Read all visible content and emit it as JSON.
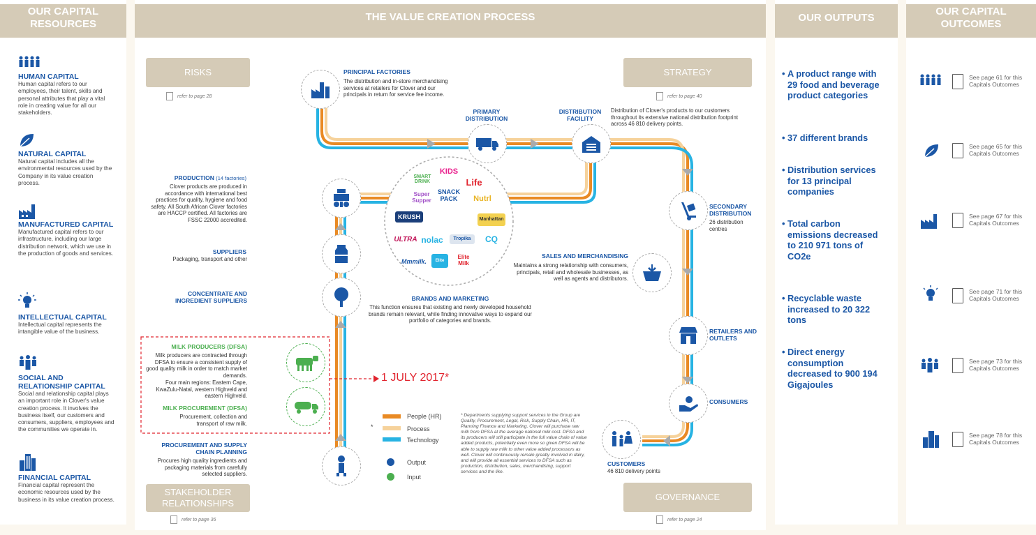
{
  "colors": {
    "people": "#e98a24",
    "process": "#f6d29b",
    "technology": "#27b3e3",
    "output": "#1b57a6",
    "input": "#4caf50",
    "header": "#d5cbb7",
    "accent": "#1b57a6",
    "date": "#e1242e"
  },
  "headers": {
    "capital_resources": "OUR CAPITAL RESOURCES",
    "value_creation": "THE VALUE CREATION PROCESS",
    "outputs": "OUR OUTPUTS",
    "capital_outcomes": "OUR CAPITAL OUTCOMES"
  },
  "capitals": [
    {
      "title": "HUMAN CAPITAL",
      "text": "Human capital refers to our employees, their talent, skills and personal attributes that play a vital role in creating value for all our stakeholders.",
      "icon": "people-icon"
    },
    {
      "title": "NATURAL CAPITAL",
      "text": "Natural capital includes all the environmental resources used by the Company in its value creation process.",
      "icon": "leaf-icon"
    },
    {
      "title": "MANUFACTURED CAPITAL",
      "text": "Manufactured capital refers to our infrastructure, including our large distribution network, which we use in the production of goods and services.",
      "icon": "factory-icon"
    },
    {
      "title": "INTELLECTUAL CAPITAL",
      "text": "Intellectual capital represents the intangible value of the business.",
      "icon": "lightbulb-icon"
    },
    {
      "title": "SOCIAL AND RELATIONSHIP CAPITAL",
      "text": "Social and relationship capital plays an important role in Clover's value creation process. It involves the business itself, our customers and consumers, suppliers, employees and the communities we operate in.",
      "icon": "group-icon"
    },
    {
      "title": "FINANCIAL CAPITAL",
      "text": "Financial capital represent the economic resources used by the business in its value creation process.",
      "icon": "buildings-icon"
    }
  ],
  "pills": {
    "risks": "RISKS",
    "strategy": "STRATEGY",
    "stakeholder": "STAKEHOLDER RELATIONSHIPS",
    "governance": "GOVERNANCE"
  },
  "refs": {
    "risks": "refer to page 28",
    "strategy": "refer to page 40",
    "stakeholder": "refer to page 36",
    "governance": "refer to page 24"
  },
  "process": {
    "principal_factories": {
      "title": "PRINCIPAL FACTORIES",
      "text": "The distribution and in-store merchandising services at retailers for Clover and our principals in return for service fee income."
    },
    "primary_distribution": {
      "title": "PRIMARY DISTRIBUTION"
    },
    "distribution_facility": {
      "title": "DISTRIBUTION FACILITY",
      "text": "Distribution of Clover's products to our customers throughout its extensive national distribution footprint across 46 810 delivery points."
    },
    "production": {
      "title": "PRODUCTION",
      "sub": "(14 factories)",
      "text": "Clover products are produced in accordance with international best practices for quality, hygiene and food safety. All South African Clover factories are HACCP certified. All factories are FSSC 22000 accredited."
    },
    "suppliers": {
      "title": "SUPPLIERS",
      "text": "Packaging, transport and other"
    },
    "concentrate": {
      "title": "CONCENTRATE AND INGREDIENT SUPPLIERS"
    },
    "milk_producers": {
      "title": "MILK PRODUCERS (DFSA)",
      "text": "Milk producers are contracted through DFSA to ensure a consistent supply of good quality milk in order to match market demands.",
      "regions": "Four main regions: Eastern Cape, KwaZulu-Natal, western Highveld and eastern Highveld."
    },
    "milk_procurement": {
      "title": "MILK PROCUREMENT (DFSA)",
      "text": "Procurement, collection and transport of raw milk."
    },
    "procurement": {
      "title": "PROCUREMENT AND SUPPLY CHAIN PLANNING",
      "text": "Procures high quality ingredients and packaging materials from carefully selected suppliers."
    },
    "brands": {
      "title": "BRANDS AND MARKETING",
      "text": "This function ensures that existing and newly developed household brands remain relevant, while finding innovative ways to expand our portfolio of categories and brands."
    },
    "sales": {
      "title": "SALES AND MERCHANDISING",
      "text": "Maintains a strong relationship with consumers, principals, retail and wholesale businesses, as well as agents and distributors."
    },
    "secondary": {
      "title": "SECONDARY DISTRIBUTION",
      "text": "26 distribution centres"
    },
    "retailers": {
      "title": "RETAILERS AND OUTLETS"
    },
    "consumers": {
      "title": "CONSUMERS"
    },
    "customers": {
      "title": "CUSTOMERS",
      "text": "46 810 delivery points"
    },
    "date": "1 JULY 2017*"
  },
  "brand_logos": [
    "SMART DRINK",
    "KIDS",
    "Life",
    "Super Supper",
    "SNACK PACK",
    "Nutrl",
    "KRUSH",
    "Manhattan",
    "ULTRA",
    "nolac",
    "Tropika",
    "Mmmilk.",
    "Elite",
    "Elite Milk",
    "CQ"
  ],
  "legend": {
    "people": "People (HR)",
    "process": "Process",
    "technology": "Technology",
    "output": "Output",
    "input": "Input",
    "star": "*"
  },
  "footnote": "* Departments supplying support services in the Group are Quality, Procurement, Legal, Risk, Supply Chain, HR, IT, Planning Finance and Marketing. Clover will purchase raw milk from DFSA at the average national milk cost. DFSA and its producers will still participate in the full value chain of value added products, potentially even more so given DFSA will be able to supply raw milk to other value added processors as well. Clover will continuously remain greatly involved in dairy, and will provide all essential services to DFSA such as production, distribution, sales, merchandising, support services and the like.",
  "outputs": [
    "A product range with 29 food and beverage product categories",
    "37 different brands",
    "Distribution services for 13 principal companies",
    "Total carbon emissions decreased to 210 971 tons of CO2e",
    "Recyclable waste increased to 20 322 tons",
    "Direct energy consumption decreased to 900 194 Gigajoules"
  ],
  "outcomes": [
    {
      "text": "See page 61 for this Capitals Outcomes",
      "icon": "people-icon"
    },
    {
      "text": "See page 65 for this Capitals Outcomes",
      "icon": "leaf-icon"
    },
    {
      "text": "See page 67 for this Capitals Outcomes",
      "icon": "factory-icon"
    },
    {
      "text": "See page 71 for this Capitals Outcomes",
      "icon": "lightbulb-icon"
    },
    {
      "text": "See page 73 for this Capitals Outcomes",
      "icon": "group-icon"
    },
    {
      "text": "See page 78 for this Capitals Outcomes",
      "icon": "buildings-icon"
    }
  ]
}
